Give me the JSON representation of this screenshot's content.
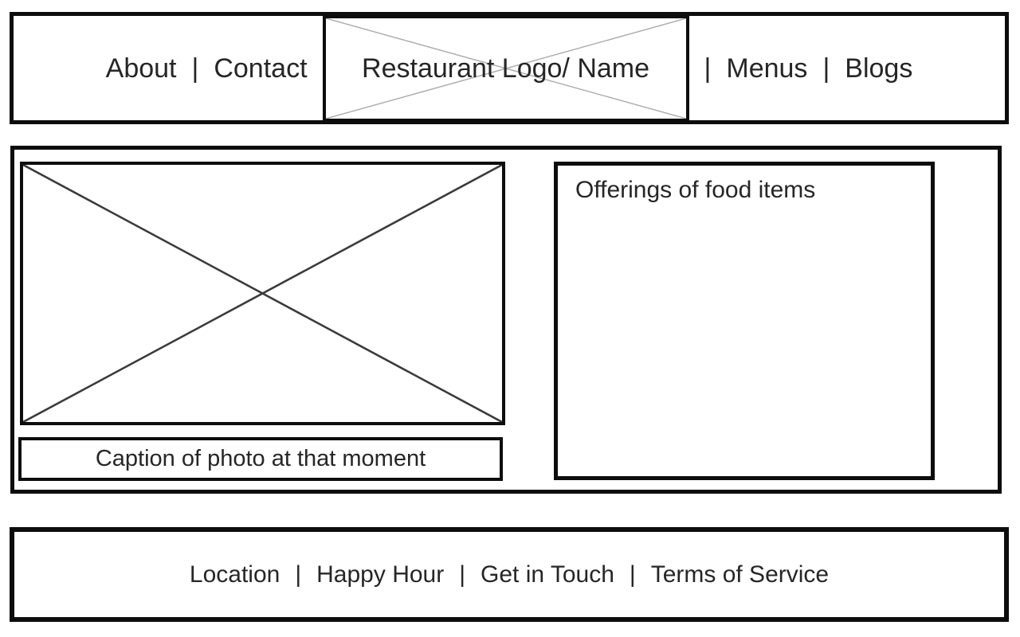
{
  "header": {
    "nav_left": [
      {
        "label": "About"
      },
      {
        "label": "Contact"
      }
    ],
    "logo_label": "Restaurant Logo/ Name",
    "nav_right": [
      {
        "label": "Menus"
      },
      {
        "label": "Blogs"
      }
    ],
    "separator": "|"
  },
  "main": {
    "caption": "Caption of photo at that moment",
    "offerings_title": "Offerings of food items"
  },
  "footer": {
    "links": [
      "Location",
      "Happy Hour",
      "Get in Touch",
      "Terms of Service"
    ],
    "separator": "|"
  },
  "colors": {
    "background": "#ffffff",
    "border": "#0d0d0d",
    "text": "#262626",
    "logo_cross": "#ababab",
    "photo_cross": "#3b3b3b"
  }
}
